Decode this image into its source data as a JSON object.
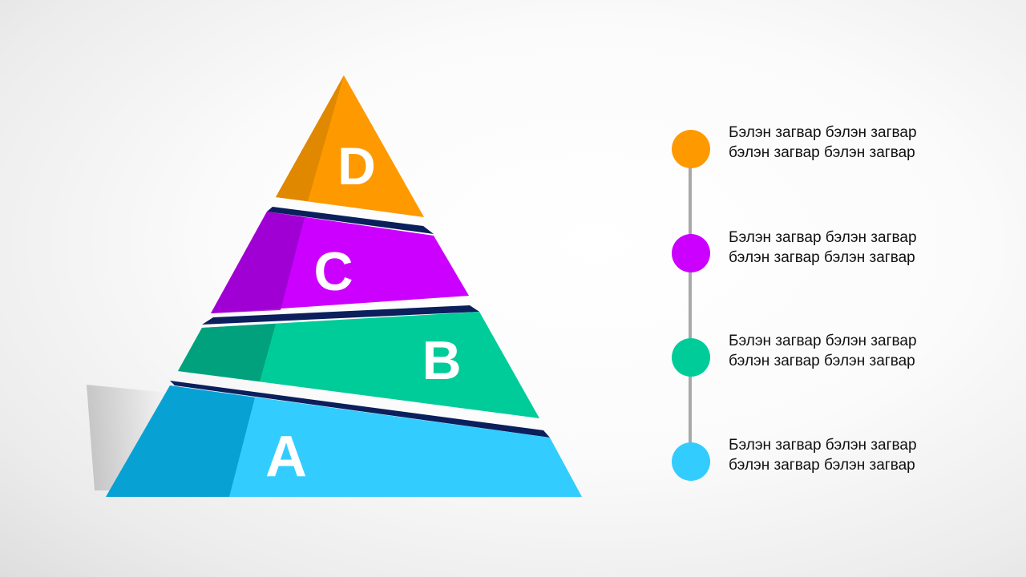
{
  "pyramid": {
    "layers": [
      {
        "letter": "D",
        "color": "#ff9900"
      },
      {
        "letter": "C",
        "color": "#cc00ff"
      },
      {
        "letter": "B",
        "color": "#00cc99"
      },
      {
        "letter": "A",
        "color": "#33ccff"
      }
    ]
  },
  "timeline": {
    "line_color": "#a9a9a9",
    "items": [
      {
        "line1": "Бэлэн загвар бэлэн загвар",
        "line2": "бэлэн загвар бэлэн загвар",
        "dot_color": "#ff9900"
      },
      {
        "line1": "Бэлэн загвар бэлэн загвар",
        "line2": "бэлэн загвар бэлэн загвар",
        "dot_color": "#cc00ff"
      },
      {
        "line1": "Бэлэн загвар бэлэн загвар",
        "line2": "бэлэн загвар бэлэн загвар",
        "dot_color": "#00cc99"
      },
      {
        "line1": "Бэлэн загвар бэлэн загвар",
        "line2": "бэлэн загвар бэлэн загвар",
        "dot_color": "#33ccff"
      }
    ]
  }
}
